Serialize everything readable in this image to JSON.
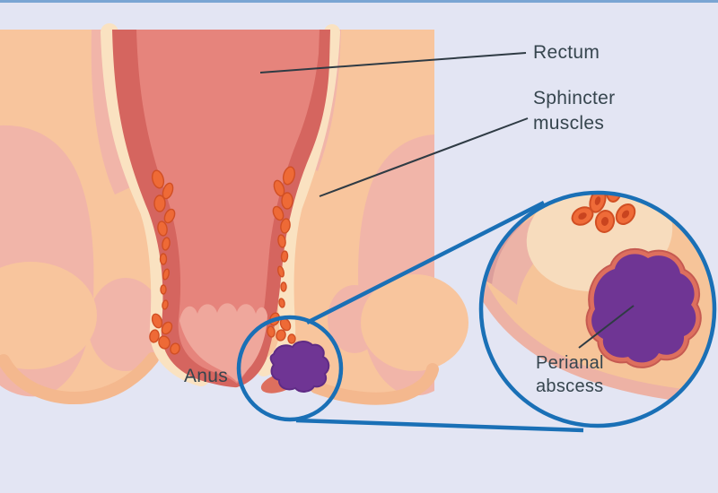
{
  "labels": {
    "rectum": "Rectum",
    "sphincter_muscles": "Sphincter\nmuscles",
    "anus": "Anus",
    "perianal_abscess": "Perianal\nabscess"
  },
  "colors": {
    "background": "#e3e5f3",
    "top_border": "#7aa5d3",
    "skin_peach": "#f8c59d",
    "skin_pink": "#f1b5a9",
    "skin_shade": "#f4b88e",
    "mucosa_cream": "#fae2c1",
    "rectum_wall": "#d5655f",
    "rectum_interior": "#e6847c",
    "canal_light": "#efa79c",
    "muscle_orange": "#ee6a36",
    "muscle_outline": "#d14f24",
    "muscle_dot": "#c9441f",
    "abscess_purple": "#6f3594",
    "abscess_rim": "#dd6f5e",
    "abscess_rim_dark": "#c65a51",
    "magnifier_blue": "#1a70b6",
    "pointer_line": "#2f3b44",
    "zoom_mauve": "#db9e9b",
    "zoom_pink": "#ecb3a7",
    "zoom_cream": "#f7dcbd",
    "label_text": "#36454e"
  }
}
